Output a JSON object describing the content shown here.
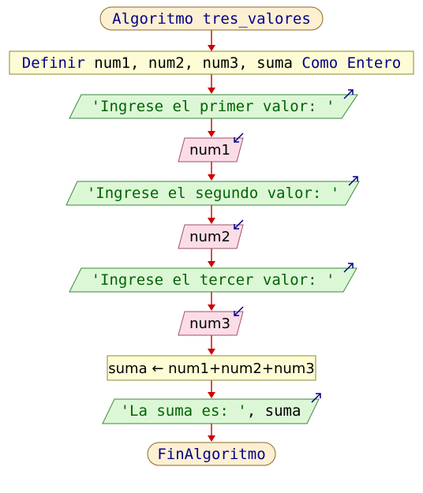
{
  "flowchart": {
    "start_label": "Algoritmo tres_valores",
    "define": {
      "keyword": "Definir",
      "vars": "num1, num2, num3, suma",
      "type_keyword": "Como Entero"
    },
    "steps": [
      {
        "kind": "output",
        "text": "'Ingrese el primer valor: '"
      },
      {
        "kind": "input",
        "text": "num1"
      },
      {
        "kind": "output",
        "text": "'Ingrese el segundo valor: '"
      },
      {
        "kind": "input",
        "text": "num2"
      },
      {
        "kind": "output",
        "text": "'Ingrese el tercer valor: '"
      },
      {
        "kind": "input",
        "text": "num3"
      }
    ],
    "assignment": {
      "target": "suma",
      "arrow": "←",
      "expression": "num1+num2+num3"
    },
    "final_output": {
      "literal": "'La suma es: '",
      "separator": ",",
      "variable": "suma"
    },
    "end_label": "FinAlgoritmo"
  },
  "colors": {
    "terminal_fill": "#fdf0d2",
    "terminal_stroke": "#8a6a2a",
    "define_fill": "#fefcd4",
    "define_stroke": "#8a8a2a",
    "output_fill": "#dcf7d6",
    "output_stroke": "#3a8a3a",
    "input_fill": "#fbdde7",
    "input_stroke": "#a0506a",
    "process_fill": "#fefcd4",
    "keyword_text": "#00008b",
    "string_text": "#006400",
    "plain_text": "#000000",
    "connector": "#cc0000",
    "io_arrow": "#00008b"
  }
}
